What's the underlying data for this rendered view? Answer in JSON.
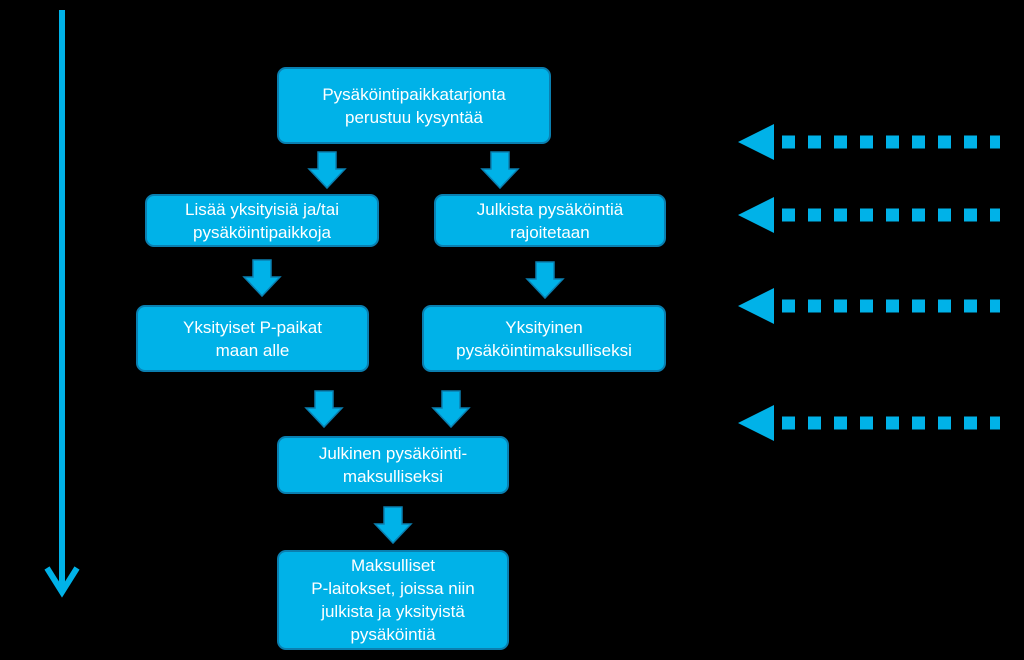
{
  "colors": {
    "background": "#000000",
    "box_fill": "#00B2E8",
    "box_border": "#0A7FB0",
    "arrow": "#00B2E8",
    "text": "#FFFFFF"
  },
  "boxes": [
    {
      "id": "supply-demand",
      "lines": [
        "Pysäköintipaikkatarjonta",
        "perustuu kysyntää"
      ]
    },
    {
      "id": "more-private",
      "lines": [
        "Lisää yksityisiä ja/tai",
        "pysäköintipaikkoja"
      ]
    },
    {
      "id": "public-limited",
      "lines": [
        "Julkista pysäköintiä",
        "rajoitetaan"
      ]
    },
    {
      "id": "private-underground",
      "lines": [
        "Yksityiset P-paikat",
        "maan alle"
      ]
    },
    {
      "id": "private-paid",
      "lines": [
        "Yksityinen",
        "pysäköintimaksulliseksi"
      ]
    },
    {
      "id": "public-paid",
      "lines": [
        "Julkinen pysäköinti-",
        "maksulliseksi"
      ]
    },
    {
      "id": "paid-facilities",
      "lines": [
        "Maksulliset",
        "P-laitokset, joissa niin",
        "julkista ja yksityistä",
        "pysäköintiä"
      ]
    }
  ],
  "icons": {
    "down_arrow": "down-arrow-icon",
    "dotted_left_arrow": "dotted-left-arrow-icon",
    "timeline_arrow": "long-down-arrow-icon"
  }
}
